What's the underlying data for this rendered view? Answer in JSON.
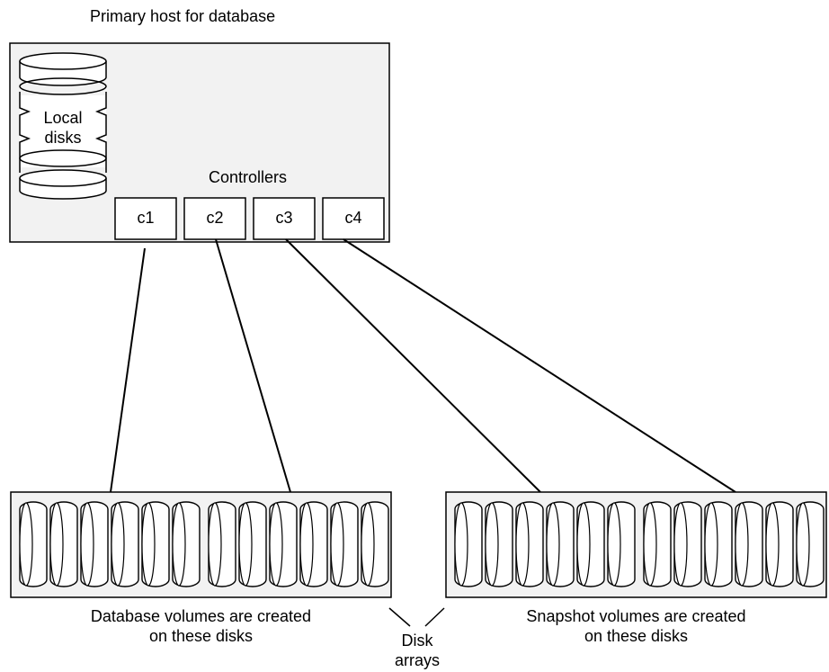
{
  "host": {
    "title": "Primary host for database",
    "local_disks_line1": "Local",
    "local_disks_line2": "disks",
    "controllers_label": "Controllers",
    "controllers": [
      "c1",
      "c2",
      "c3",
      "c4"
    ]
  },
  "arrays": {
    "database_caption_line1": "Database volumes are created",
    "database_caption_line2": "on these disks",
    "snapshot_caption_line1": "Snapshot volumes are created",
    "snapshot_caption_line2": "on these disks",
    "disk_arrays_line1": "Disk",
    "disk_arrays_line2": "arrays"
  },
  "colors": {
    "host_fill": "#f2f2f2",
    "stroke": "#000000",
    "white": "#ffffff"
  }
}
